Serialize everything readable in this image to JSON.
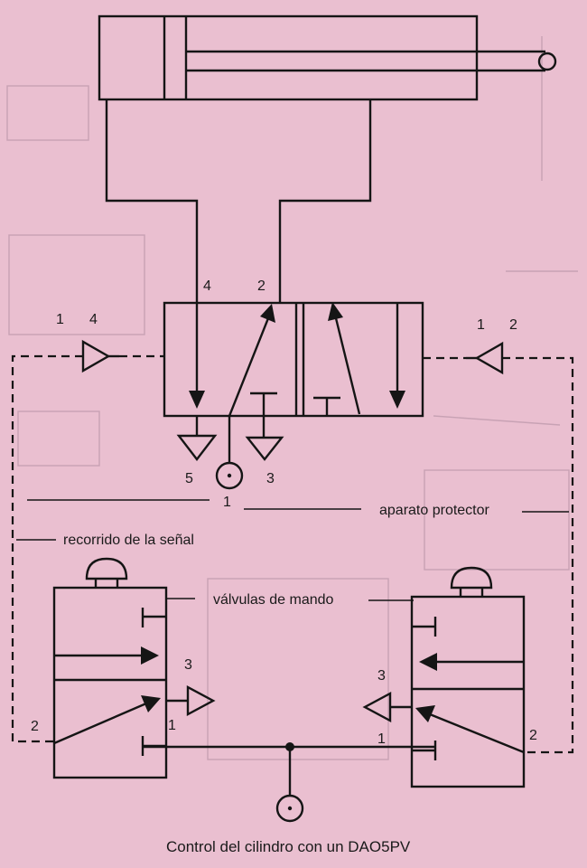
{
  "labels": {
    "port_4_top": "4",
    "port_2_top": "2",
    "port_5": "5",
    "port_3_bottom": "3",
    "port_1_bottom": "1",
    "left_pilot_1": "1",
    "left_pilot_4": "4",
    "right_pilot_1": "1",
    "right_pilot_2": "2",
    "protector": "aparato protector",
    "signal_path": "recorrido de la señal",
    "control_valves": "válvulas de mando",
    "left_valve_3": "3",
    "left_valve_2": "2",
    "left_valve_1": "1",
    "right_valve_3": "3",
    "right_valve_1": "1",
    "right_valve_2": "2"
  },
  "caption": "Control del cilindro con un DAO5PV",
  "colors": {
    "paper": "#eabfd0",
    "ink": "#151515",
    "ghost_print": "#c8a2b4"
  }
}
